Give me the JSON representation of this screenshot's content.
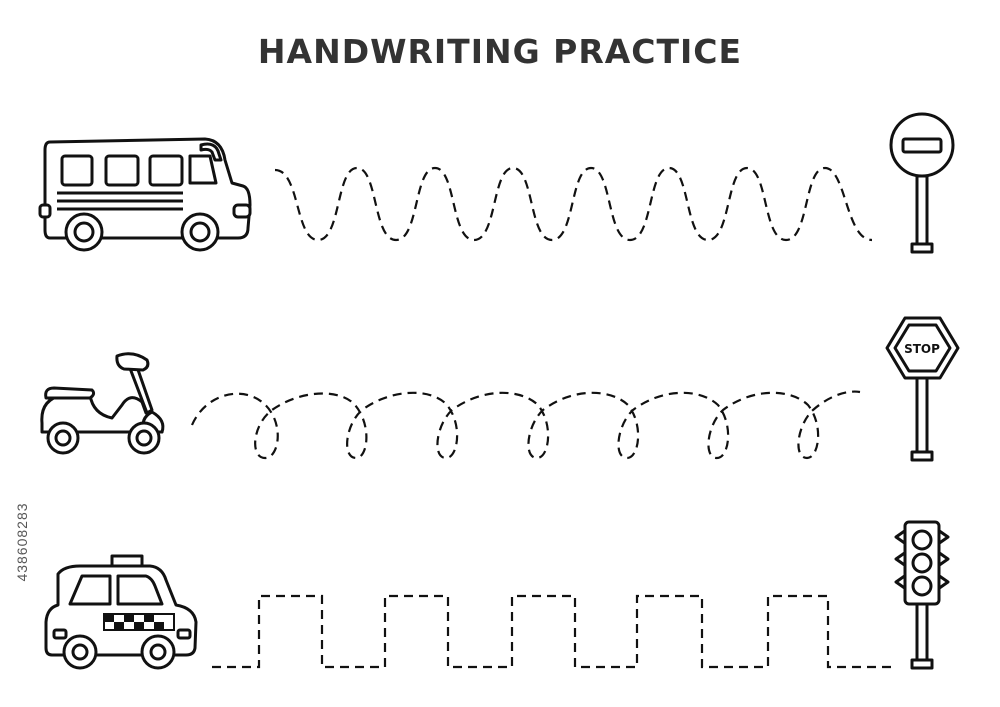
{
  "title": "HANDWRITING PRACTICE",
  "stop_sign_text": "STOP",
  "side_id": "438608283",
  "rows": [
    {
      "vehicle": "bus",
      "sign": "no-entry-sign",
      "trace_pattern": "waves"
    },
    {
      "vehicle": "scooter",
      "sign": "stop-sign",
      "trace_pattern": "loops"
    },
    {
      "vehicle": "taxi",
      "sign": "traffic-light",
      "trace_pattern": "squares"
    }
  ]
}
